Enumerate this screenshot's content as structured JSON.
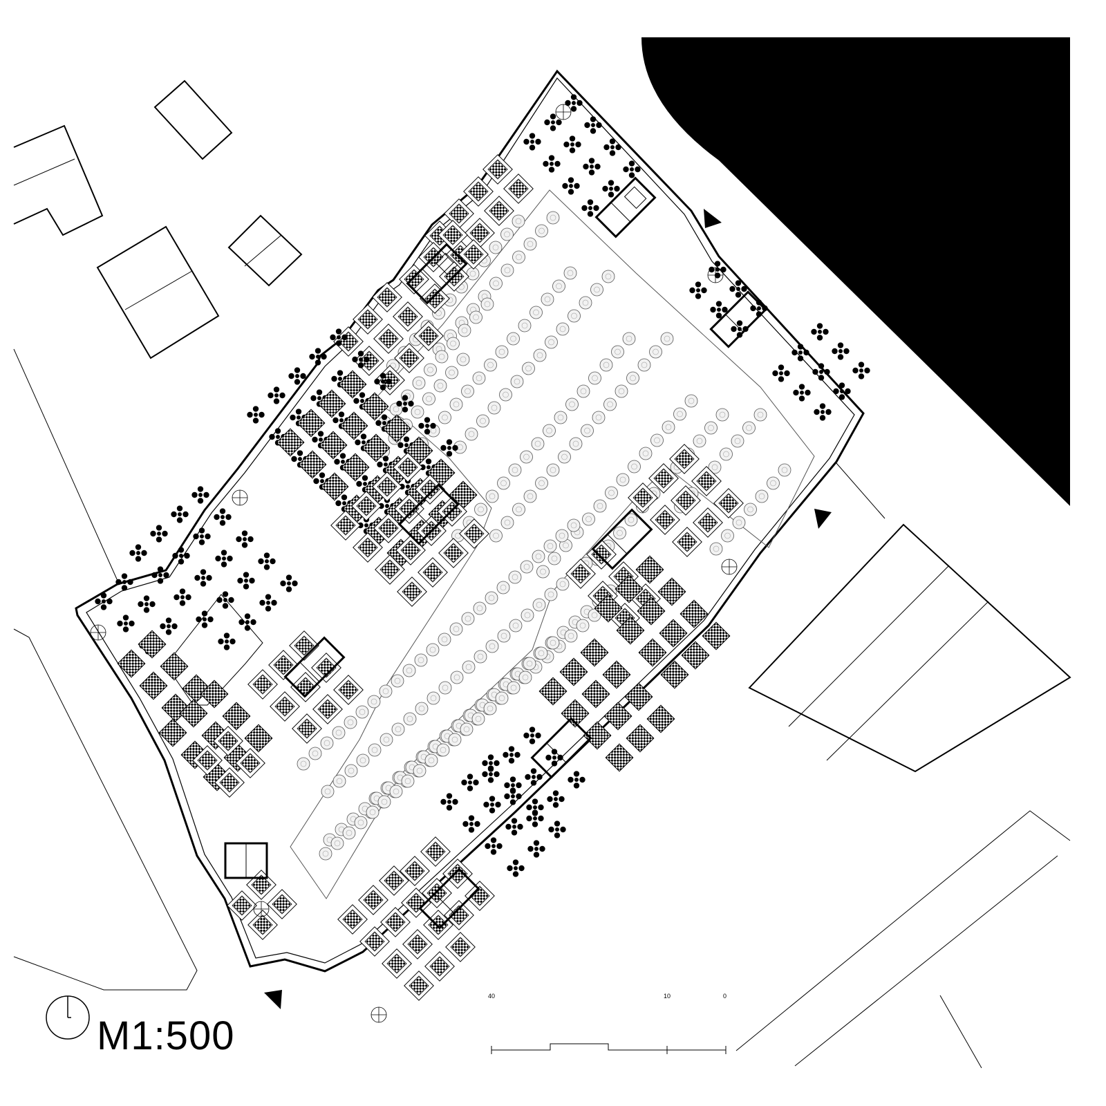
{
  "drawing": {
    "scale_label": "M1:500",
    "scale_bar": {
      "labels": [
        "40",
        "10",
        "0"
      ]
    },
    "colors": {
      "ink": "#000000",
      "paper": "#ffffff",
      "tree_fill": "#f2f2f2",
      "hatch": "#cfcfcf"
    },
    "icons": [
      "north-arrow-icon",
      "entrance-arrow-icon",
      "tree-icon",
      "table-group-icon",
      "spiral-stair-icon"
    ],
    "entrance_count": 3
  }
}
